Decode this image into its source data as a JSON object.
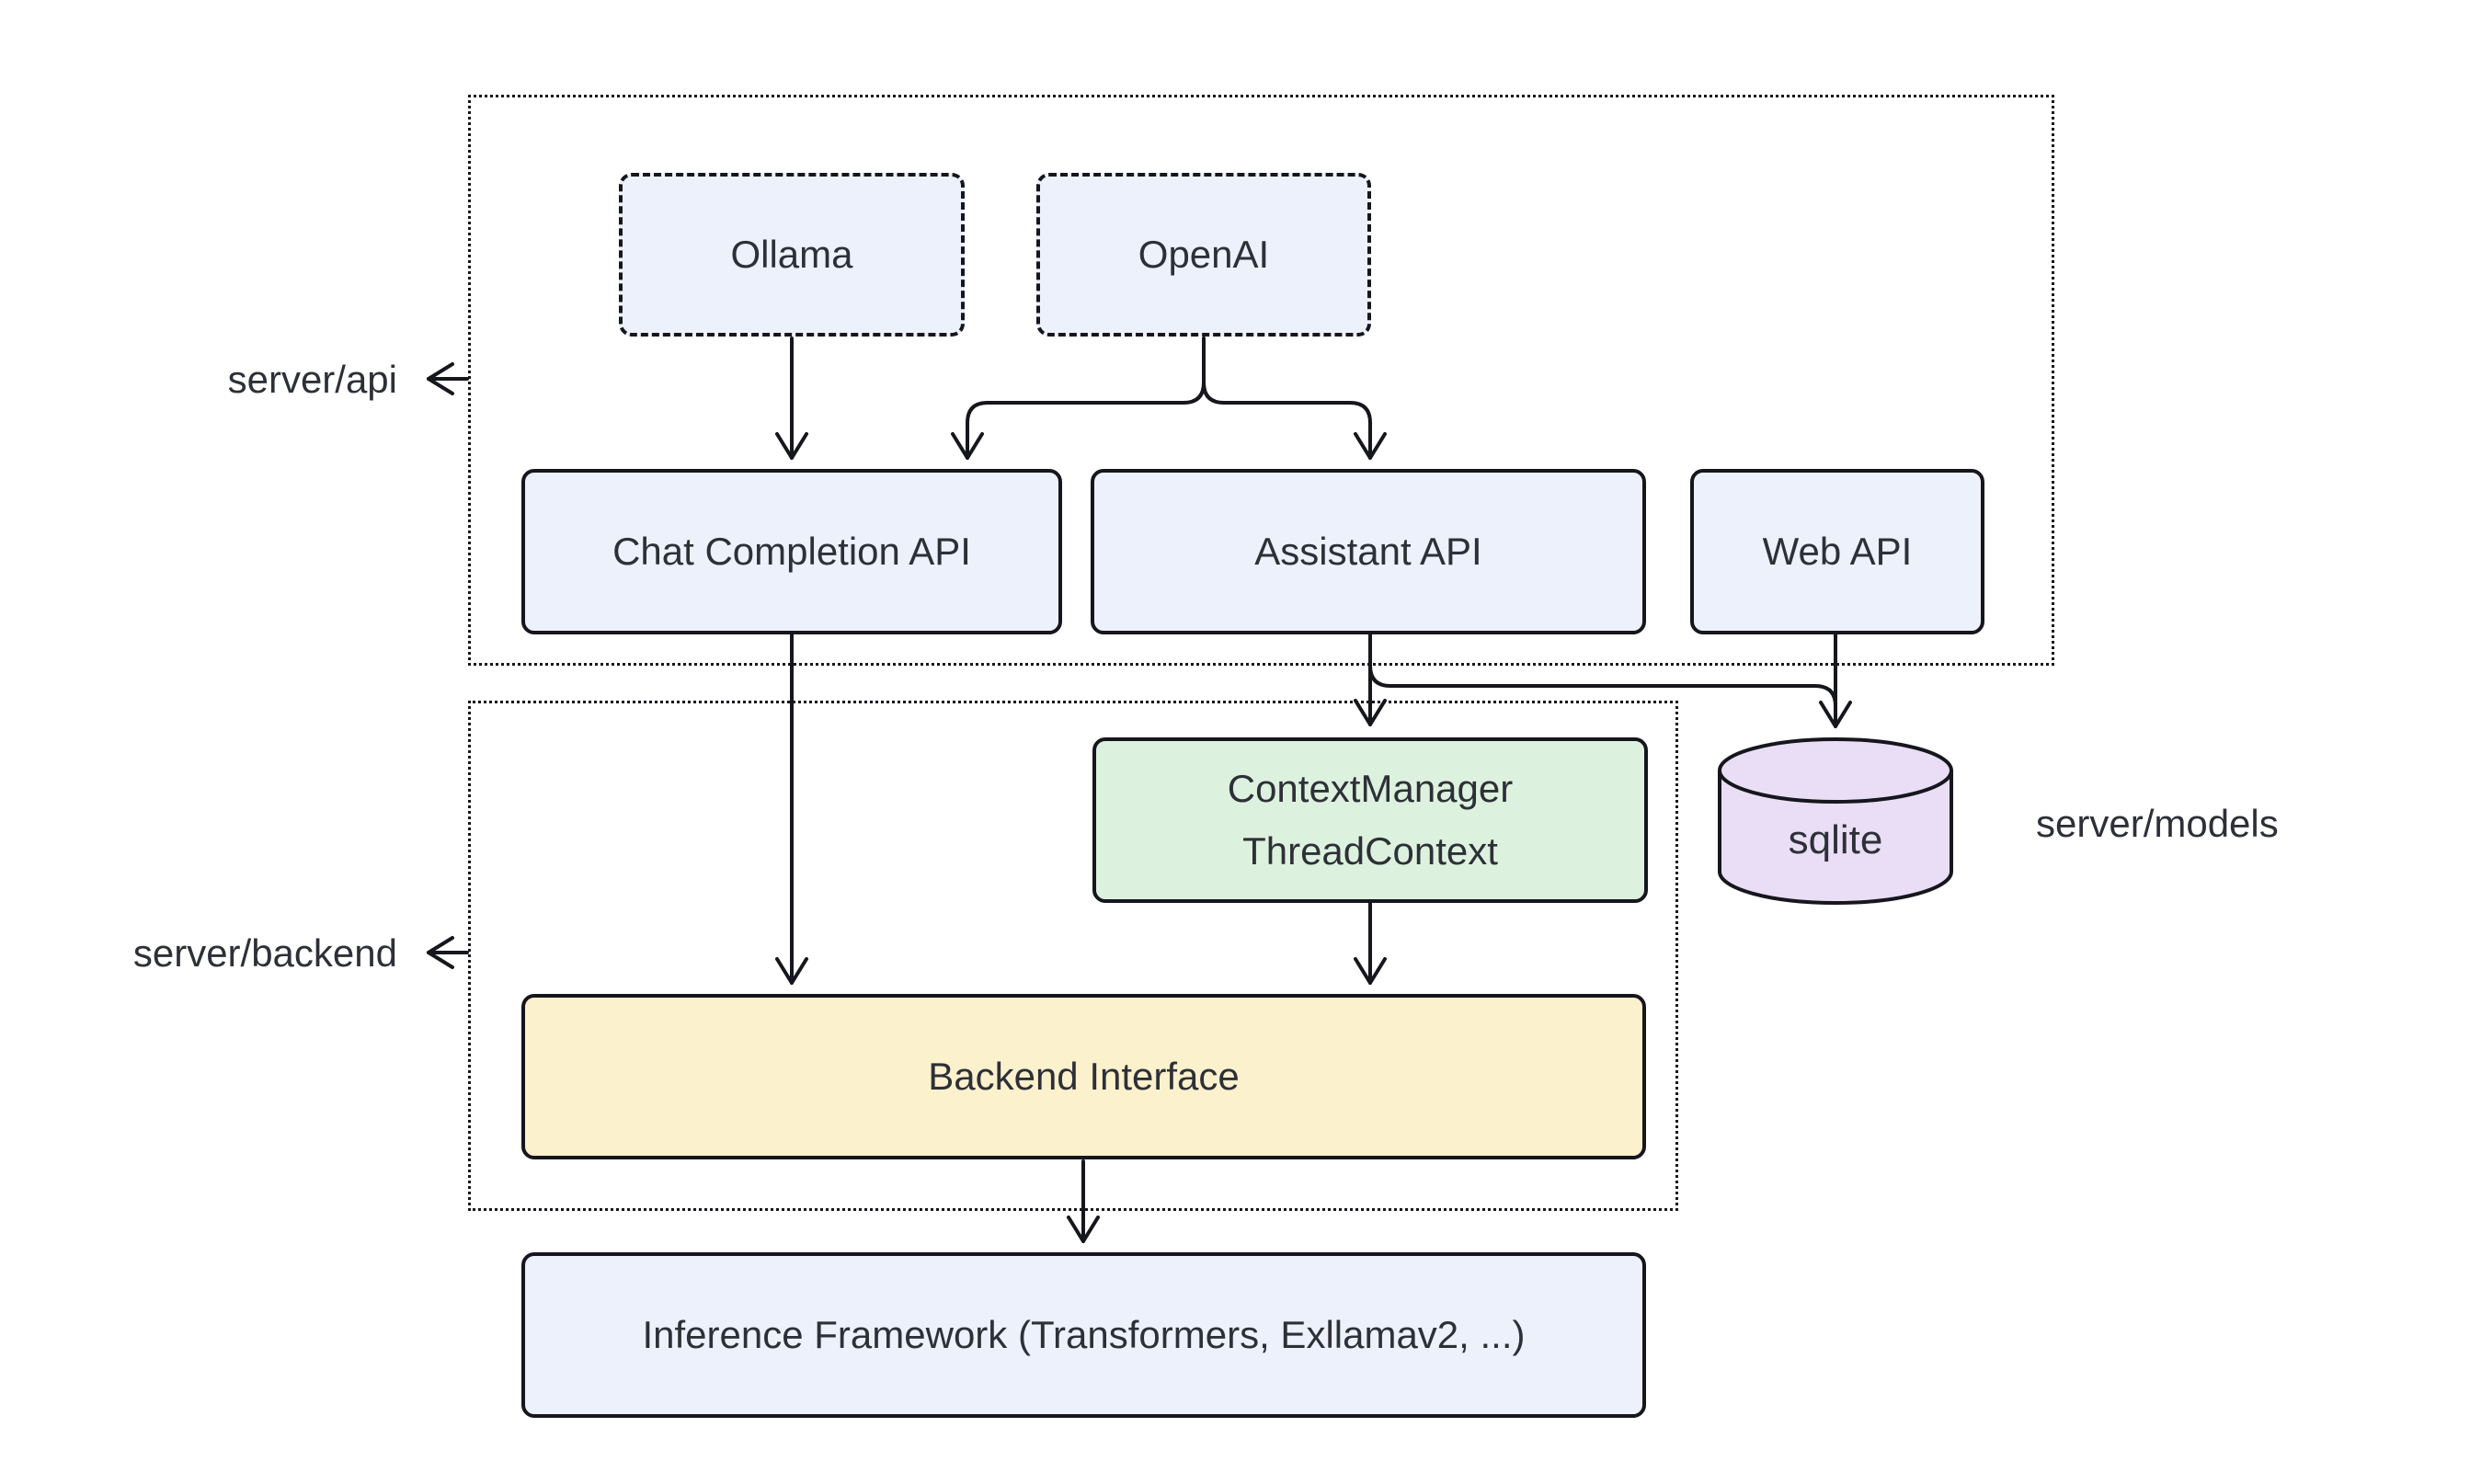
{
  "diagram": {
    "type": "architecture-diagram",
    "containers": {
      "server_api": {
        "label": "server/api"
      },
      "server_backend": {
        "label": "server/backend"
      },
      "server_models": {
        "label": "server/models"
      }
    },
    "nodes": {
      "ollama": {
        "label": "Ollama",
        "style": "dashed-blue"
      },
      "openai": {
        "label": "OpenAI",
        "style": "dashed-blue"
      },
      "chat_completion_api": {
        "label": "Chat Completion API",
        "style": "solid-blue"
      },
      "assistant_api": {
        "label": "Assistant API",
        "style": "solid-blue"
      },
      "web_api": {
        "label": "Web API",
        "style": "solid-blue"
      },
      "context_manager": {
        "line1": "ContextManager",
        "line2": "ThreadContext",
        "style": "solid-green"
      },
      "sqlite": {
        "label": "sqlite",
        "style": "cylinder-purple"
      },
      "backend_interface": {
        "label": "Backend Interface",
        "style": "solid-yellow"
      },
      "inference_framework": {
        "label": "Inference Framework (Transformers, Exllamav2, ...)",
        "style": "solid-blue"
      }
    },
    "edges": [
      {
        "from": "ollama",
        "to": "chat_completion_api"
      },
      {
        "from": "openai",
        "to": "chat_completion_api"
      },
      {
        "from": "openai",
        "to": "assistant_api"
      },
      {
        "from": "chat_completion_api",
        "to": "backend_interface"
      },
      {
        "from": "assistant_api",
        "to": "context_manager"
      },
      {
        "from": "assistant_api",
        "to": "sqlite"
      },
      {
        "from": "web_api",
        "to": "sqlite"
      },
      {
        "from": "context_manager",
        "to": "backend_interface"
      },
      {
        "from": "backend_interface",
        "to": "inference_framework"
      },
      {
        "from": "server_api_border",
        "to": "server_api_label"
      },
      {
        "from": "server_backend_border",
        "to": "server_backend_label"
      }
    ],
    "colors": {
      "node_blue": "#edf1fb",
      "node_green": "#ddf2de",
      "node_yellow": "#fcf1cd",
      "node_purple": "#e9def6",
      "stroke": "#16161d",
      "text": "#2e3038",
      "background": "#ffffff"
    }
  }
}
